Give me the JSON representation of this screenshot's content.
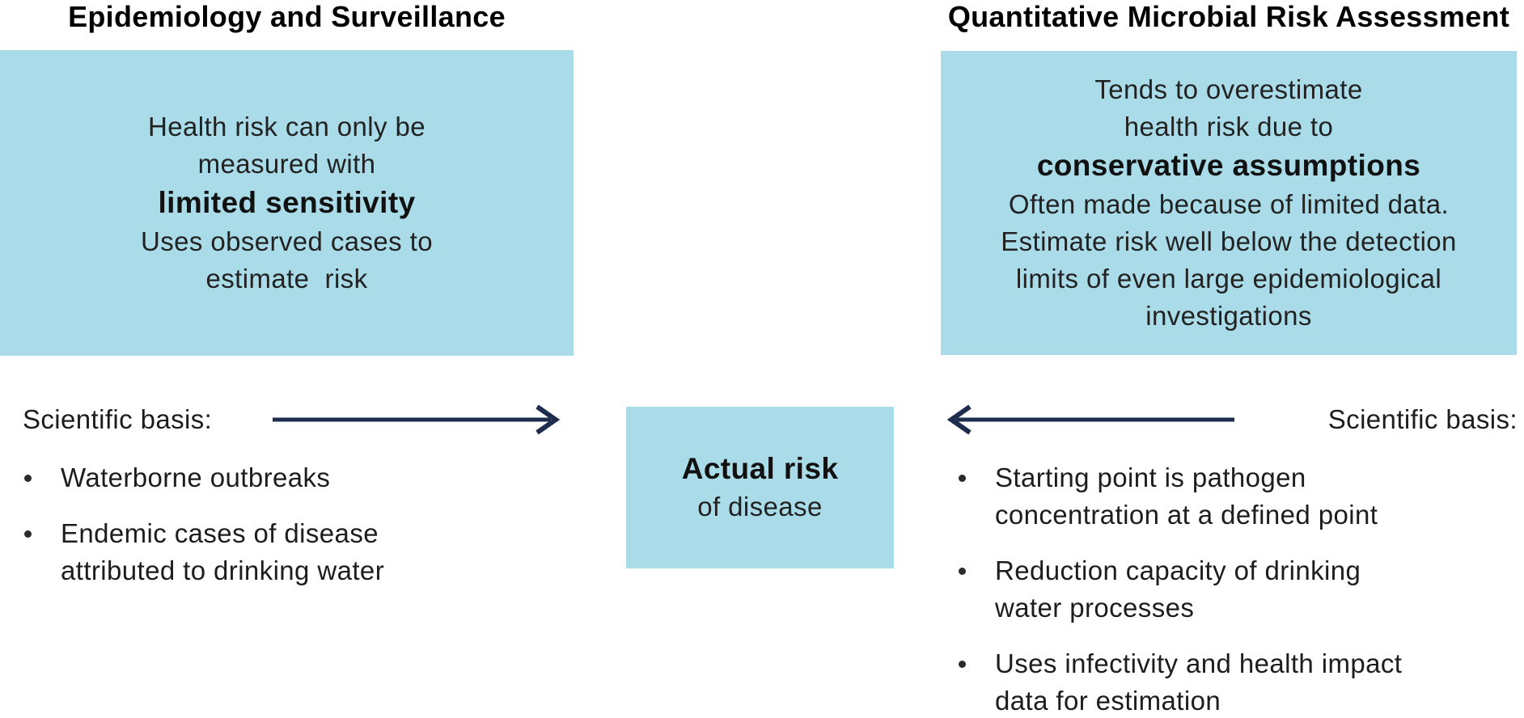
{
  "colors": {
    "box_blue": "#a9dce8",
    "arrow_navy": "#1e2d4e",
    "title_text": "#000000",
    "body_text": "#262626"
  },
  "left": {
    "title": "Epidemiology and Surveillance",
    "box_lines": [
      {
        "text": "Health risk can only be\nmeasured with",
        "emphasis": false
      },
      {
        "text": "limited sensitivity",
        "emphasis": true
      },
      {
        "text": "Uses observed cases to\nestimate  risk",
        "emphasis": false
      }
    ],
    "scientific_basis_label": "Scientific basis:",
    "arrow_direction": "right",
    "bullets": [
      "Waterborne outbreaks",
      "Endemic cases of disease\nattributed to drinking water"
    ]
  },
  "center": {
    "box_title": "Actual risk",
    "box_subtitle": "of disease"
  },
  "right": {
    "title": "Quantitative Microbial Risk Assessment",
    "box_lines": [
      {
        "text": "Tends to overestimate\nhealth risk due to",
        "emphasis": false
      },
      {
        "text": "conservative assumptions",
        "emphasis": true
      },
      {
        "text": "Often made because of limited data.\nEstimate risk well below the detection\nlimits of even large epidemiological\ninvestigations",
        "emphasis": false
      }
    ],
    "scientific_basis_label": "Scientific basis:",
    "arrow_direction": "left",
    "bullets": [
      "Starting point is pathogen\nconcentration at a defined point",
      "Reduction capacity of drinking\nwater processes",
      "Uses infectivity and health impact\ndata for estimation"
    ]
  }
}
